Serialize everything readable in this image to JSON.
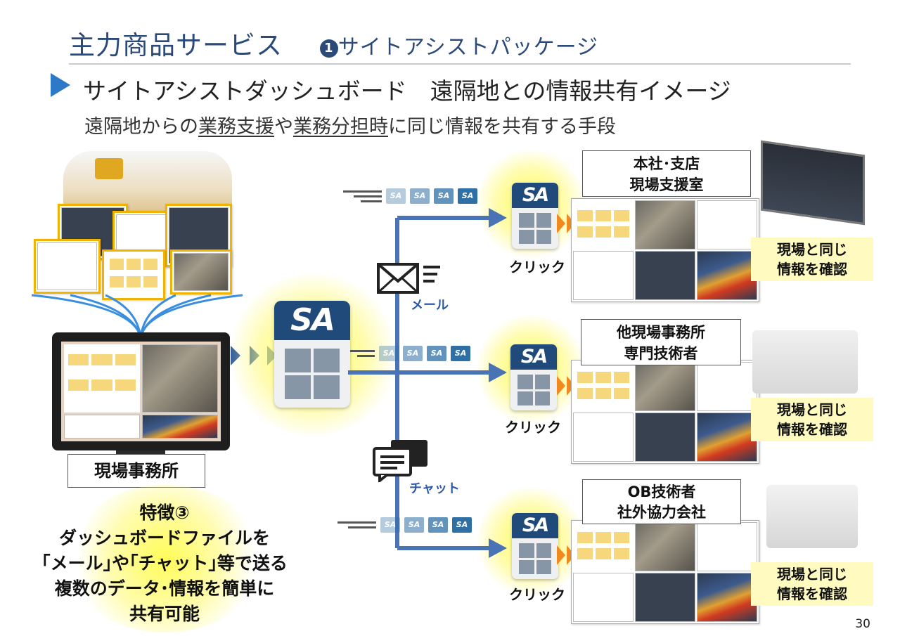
{
  "header": {
    "title": "主力商品サービス",
    "badge_number": "1",
    "package": "サイトアシストパッケージ"
  },
  "heading": "サイトアシストダッシュボード　遠隔地との情報共有イメージ",
  "subtitle": {
    "prefix": "遠隔地からの",
    "u1": "業務支援",
    "mid": "や",
    "u2": "業務分担時",
    "suffix": "に同じ情報を共有する手段"
  },
  "office_label": "現場事務所",
  "sa_logo": "SA",
  "channels": {
    "mail": "メール",
    "chat": "チャット"
  },
  "destinations": [
    {
      "line1": "本社･支店",
      "line2": "現場支援室",
      "click": "クリック",
      "confirm1": "現場と同じ",
      "confirm2": "情報を確認"
    },
    {
      "line1": "他現場事務所",
      "line2": "専門技術者",
      "click": "クリック",
      "confirm1": "現場と同じ",
      "confirm2": "情報を確認"
    },
    {
      "line1": "OB技術者",
      "line2": "社外協力会社",
      "click": "クリック",
      "confirm1": "現場と同じ",
      "confirm2": "情報を確認"
    }
  ],
  "feature": {
    "line1": "特徴③",
    "line2": "ダッシュボードファイルを",
    "line3": "｢メール｣や｢チャット｣等で送る",
    "line4": "複数のデータ･情報を簡単に",
    "line5": "共有可能"
  },
  "page_number": "30",
  "colors": {
    "title": "#2b4a7a",
    "accent_blue": "#2d79c7",
    "sa_blue": "#1f4a7a",
    "glow": "#fff750",
    "arrow": "#2d5a9e",
    "chevron_orange": "#f08a1e"
  }
}
